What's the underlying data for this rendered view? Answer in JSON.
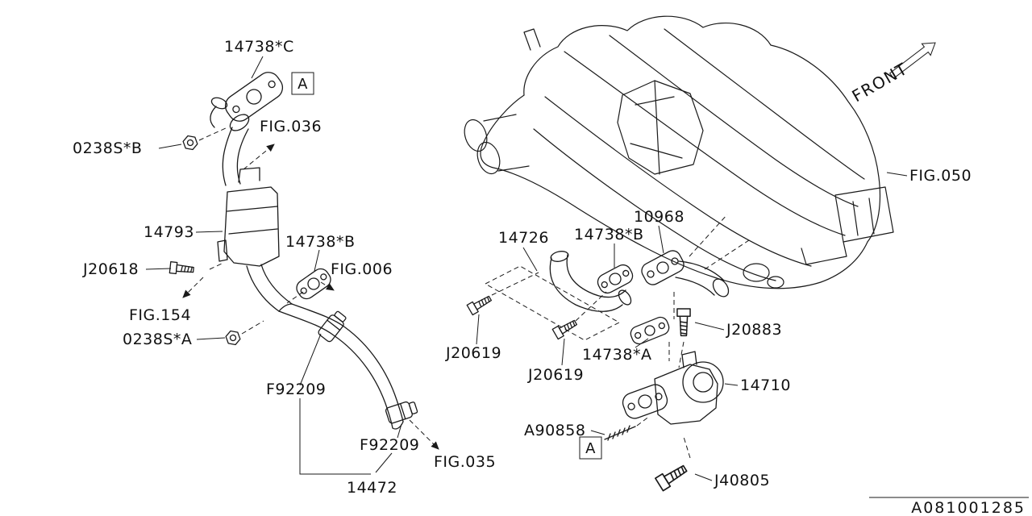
{
  "doc": {
    "drawing_code": "A081001285",
    "front_label": "FRONT",
    "detail_marker": "A"
  },
  "part_labels": {
    "gasket_c": "14738*C",
    "gasket_b": "14738*B",
    "gasket_a": "14738*A",
    "nut_b": "0238S*B",
    "nut_a": "0238S*A",
    "valve_14793": "14793",
    "bolt_j20618": "J20618",
    "hose_14472": "14472",
    "clamp_f92209": "F92209",
    "pipe_14726": "14726",
    "pipe_10968": "10968",
    "bolt_j20619": "J20619",
    "bolt_j20883": "J20883",
    "valve_14710": "14710",
    "stud_a90858": "A90858",
    "bolt_j40805": "J40805"
  },
  "figure_refs": {
    "fig036": "FIG.036",
    "fig006": "FIG.006",
    "fig154": "FIG.154",
    "fig035": "FIG.035",
    "fig050": "FIG.050"
  }
}
